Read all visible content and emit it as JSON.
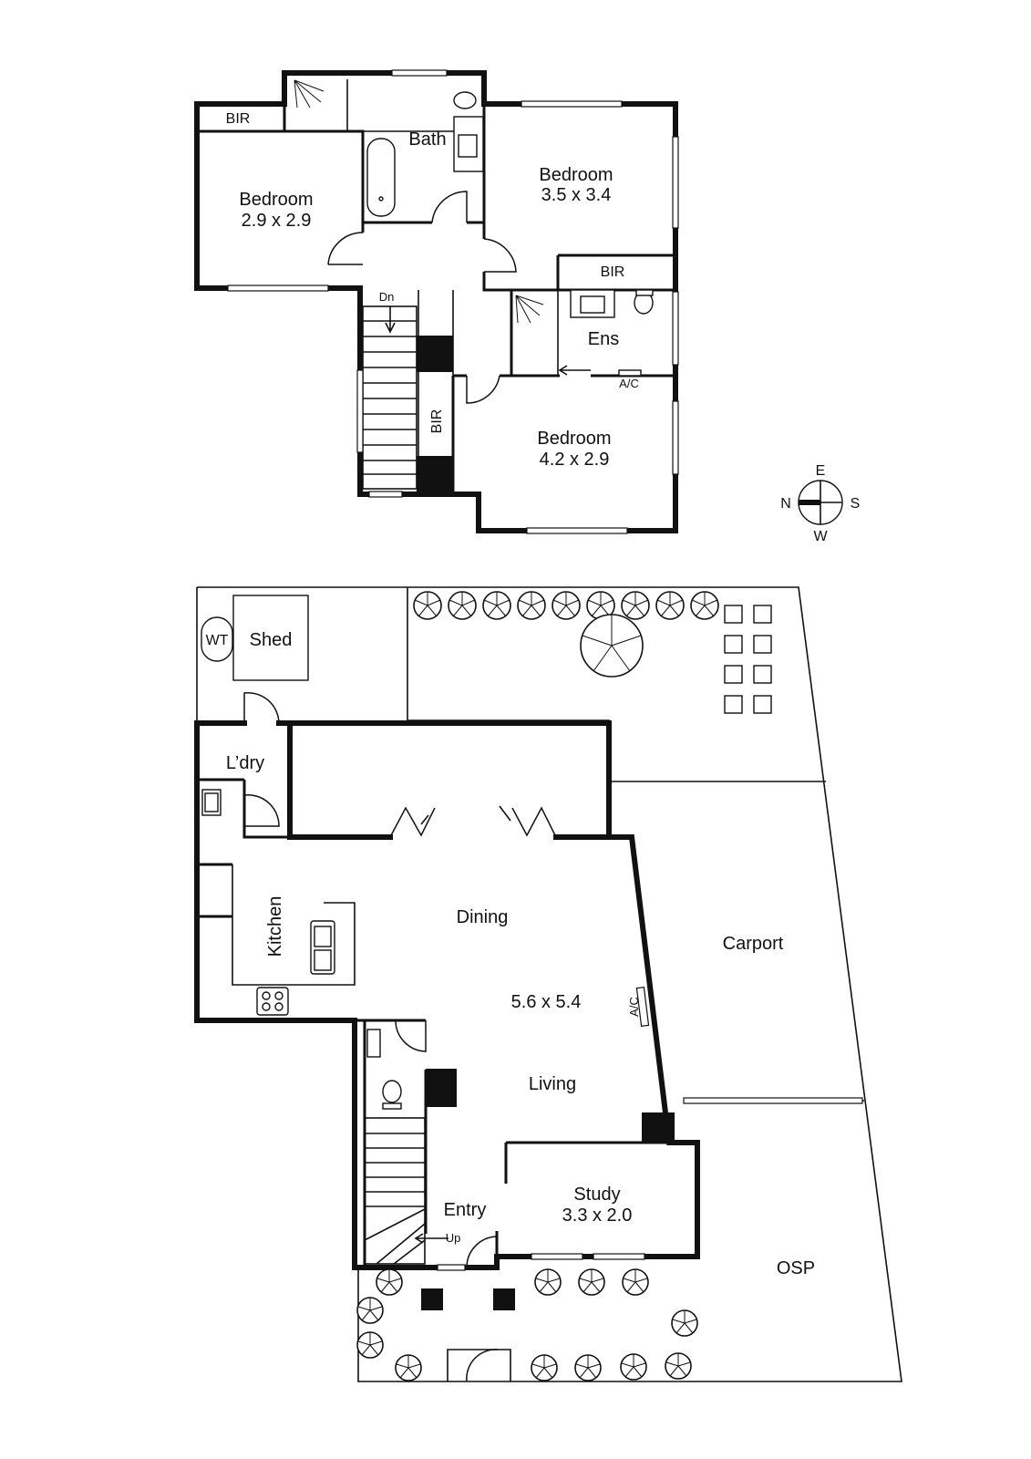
{
  "upper_floor": {
    "rooms": [
      {
        "id": "bir-1",
        "name": "BIR",
        "dims": ""
      },
      {
        "id": "bath",
        "name": "Bath",
        "dims": ""
      },
      {
        "id": "bedroom-1",
        "name": "Bedroom",
        "dims": "2.9 x 2.9"
      },
      {
        "id": "bedroom-2",
        "name": "Bedroom",
        "dims": "3.5 x 3.4"
      },
      {
        "id": "bir-2",
        "name": "BIR",
        "dims": ""
      },
      {
        "id": "ensuite",
        "name": "Ens",
        "dims": ""
      },
      {
        "id": "bir-3",
        "name": "BIR",
        "dims": ""
      },
      {
        "id": "bedroom-3",
        "name": "Bedroom",
        "dims": "4.2 x 2.9"
      }
    ],
    "stair_label": "Dn",
    "ac_label": "A/C"
  },
  "compass": {
    "n": "N",
    "e": "E",
    "s": "S",
    "w": "W"
  },
  "ground_floor": {
    "rooms": [
      {
        "id": "wt",
        "name": "WT",
        "dims": ""
      },
      {
        "id": "shed",
        "name": "Shed",
        "dims": ""
      },
      {
        "id": "laundry",
        "name": "L’dry",
        "dims": ""
      },
      {
        "id": "kitchen",
        "name": "Kitchen",
        "dims": ""
      },
      {
        "id": "dining",
        "name": "Dining",
        "dims": ""
      },
      {
        "id": "living-dims",
        "name": "5.6 x 5.4",
        "dims": ""
      },
      {
        "id": "living",
        "name": "Living",
        "dims": ""
      },
      {
        "id": "carport",
        "name": "Carport",
        "dims": ""
      },
      {
        "id": "study",
        "name": "Study",
        "dims": "3.3 x 2.0"
      },
      {
        "id": "entry",
        "name": "Entry",
        "dims": ""
      },
      {
        "id": "osp",
        "name": "OSP",
        "dims": ""
      }
    ],
    "stair_label": "Up",
    "ac_label": "A/C"
  }
}
